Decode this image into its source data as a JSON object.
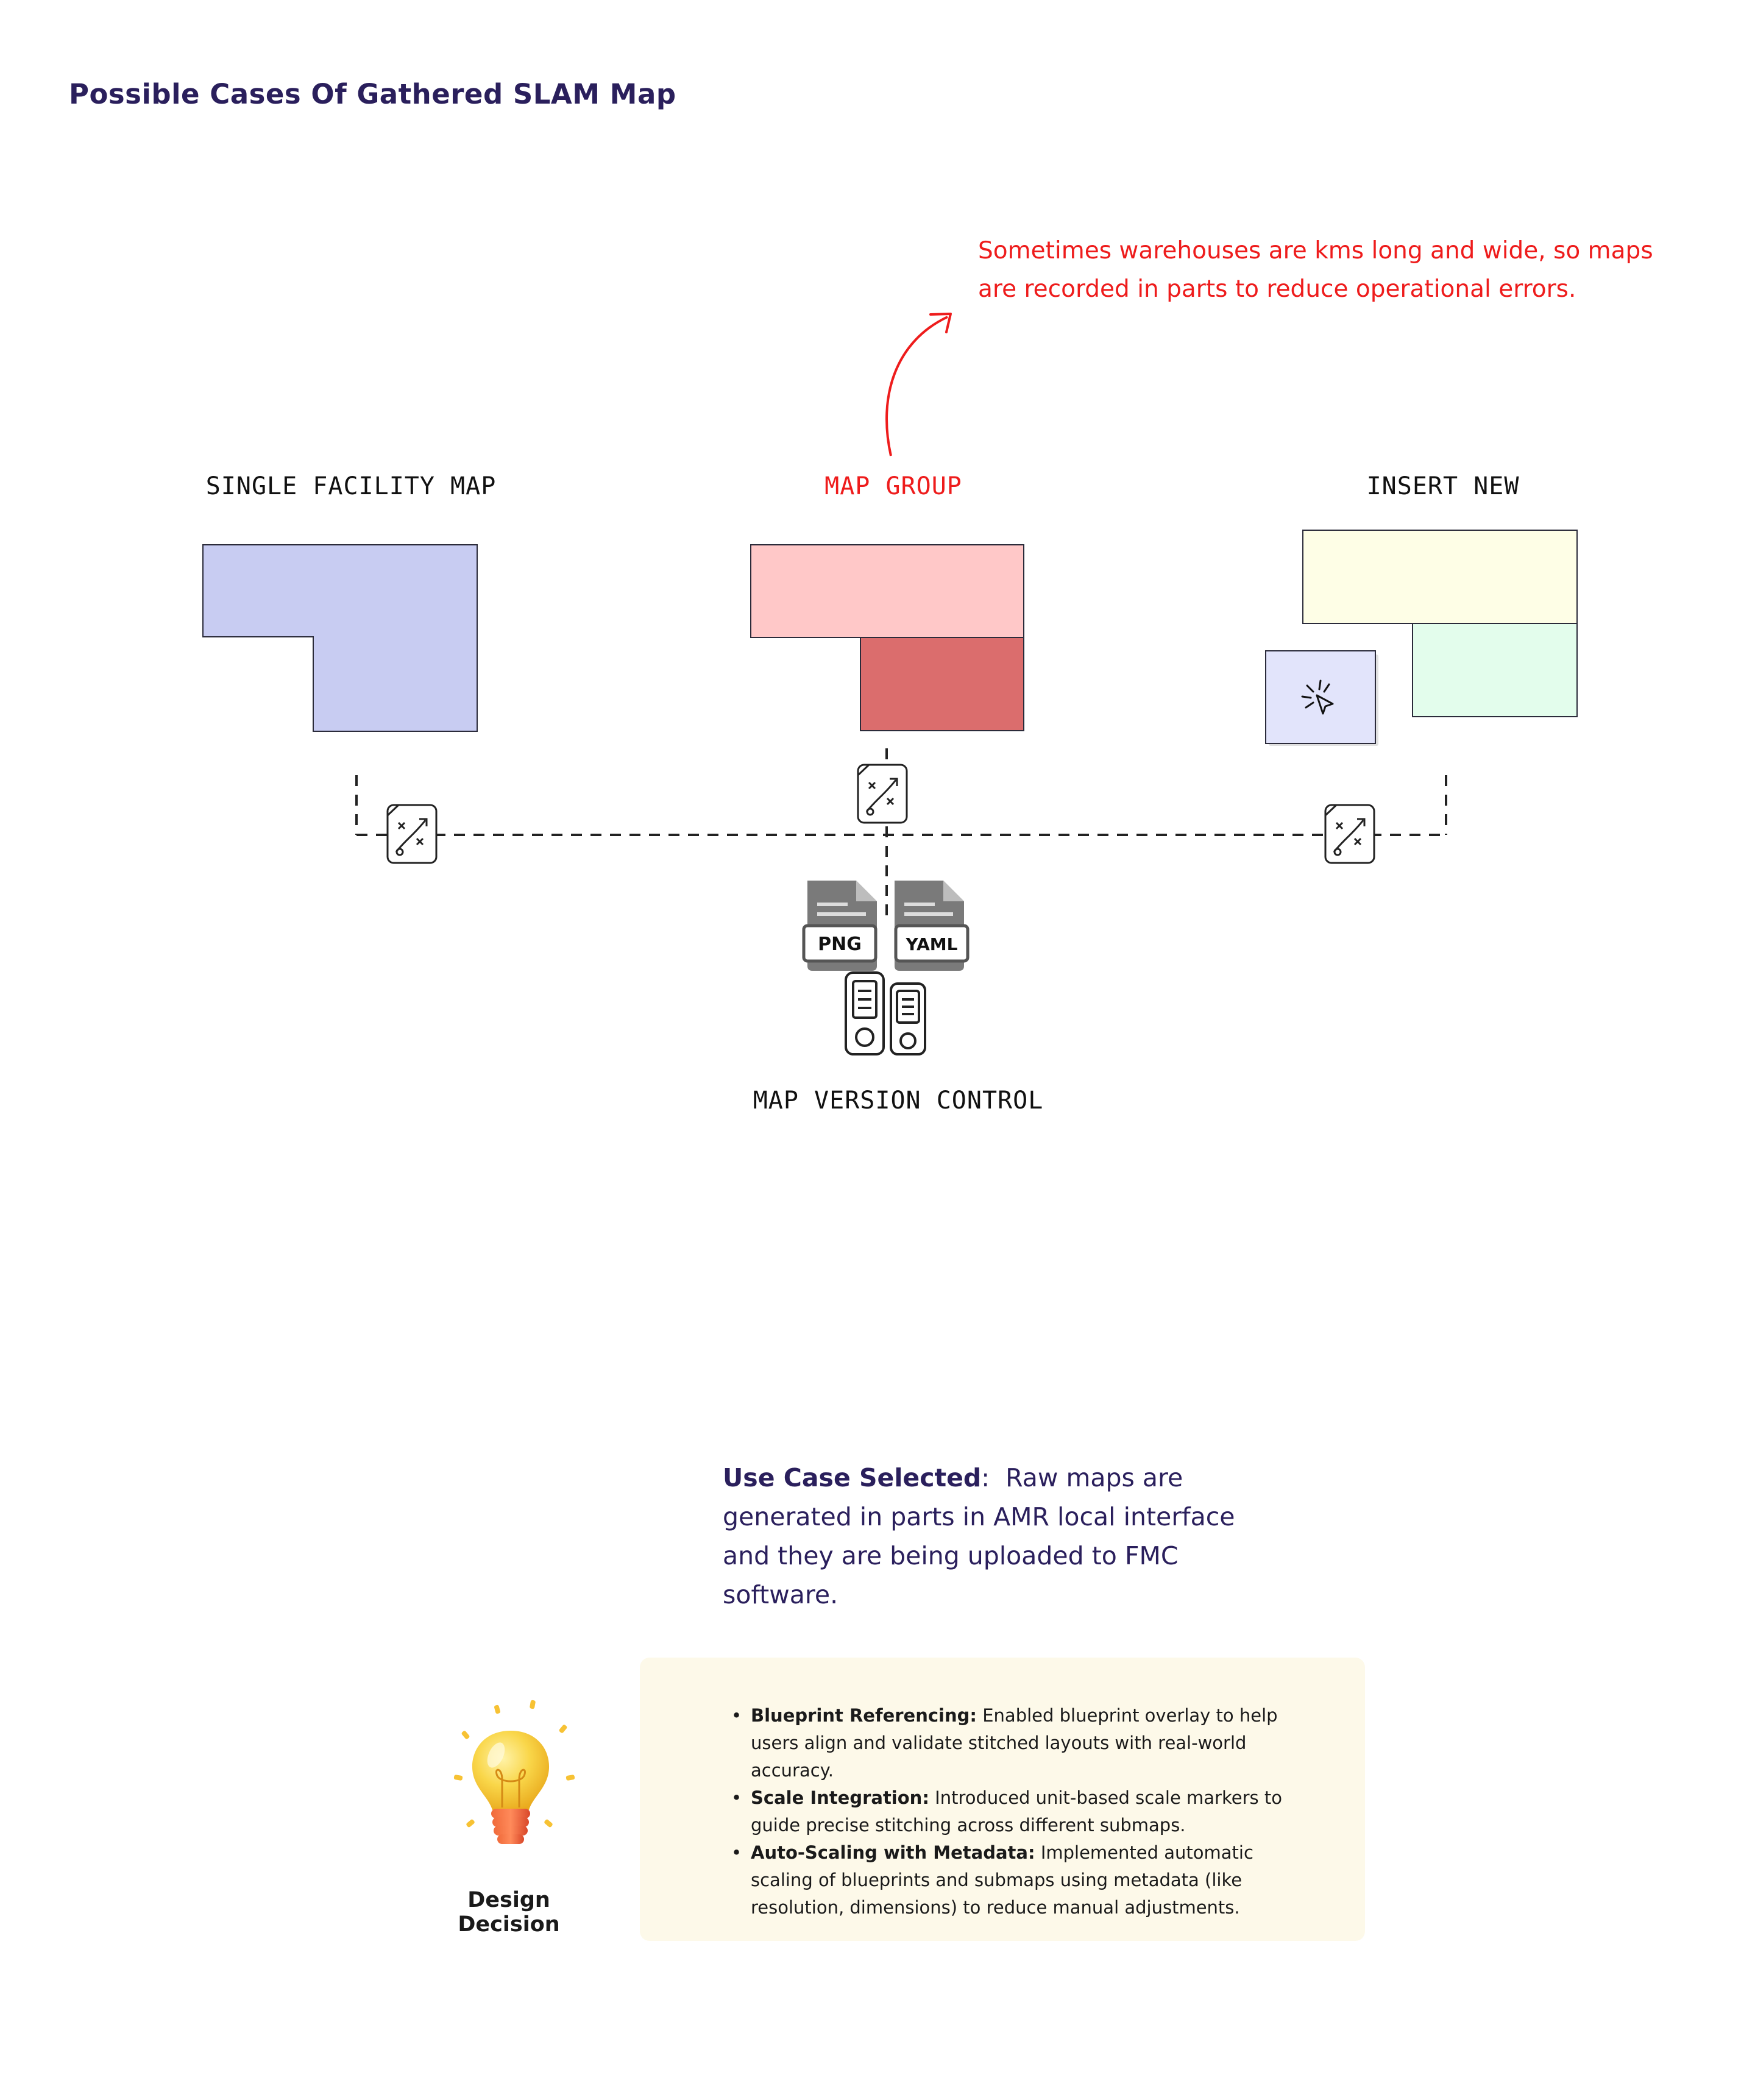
{
  "title": "Possible Cases Of Gathered SLAM Map",
  "annotation": "Sometimes warehouses are kms long and wide, so maps are recorded in parts to reduce operational errors.",
  "cases": [
    {
      "label": "SINGLE FACILITY MAP"
    },
    {
      "label": "MAP GROUP"
    },
    {
      "label": "INSERT NEW"
    }
  ],
  "files": {
    "png_label": "PNG",
    "yaml_label": "YAML"
  },
  "version_control_label": "MAP VERSION CONTROL",
  "use_case": {
    "heading": "Use Case Selected",
    "text": "Raw maps are generated in parts in AMR local interface and they are being uploaded to FMC software."
  },
  "design_decision": {
    "label": "Design Decision",
    "items": [
      {
        "title": "Blueprint Referencing:",
        "text": "Enabled blueprint overlay to help users align and validate stitched layouts with real-world accuracy."
      },
      {
        "title": "Scale Integration:",
        "text": "Introduced unit-based scale markers to guide precise stitching across different submaps."
      },
      {
        "title": "Auto-Scaling with Metadata:",
        "text": "Implemented automatic scaling of blueprints and submaps using metadata (like resolution, dimensions) to reduce manual adjustments."
      }
    ]
  },
  "colors": {
    "title": "#2a1f5c",
    "annotation": "#ee1c1c",
    "single_map": "#c8ccf2",
    "group_light": "#ffc8c8",
    "group_dark": "#db6d6d",
    "insert_yellow": "#fefee6",
    "insert_green": "#e3fdec",
    "insert_blue": "#e2e4fb",
    "decision_bg": "#fdf9e9"
  }
}
